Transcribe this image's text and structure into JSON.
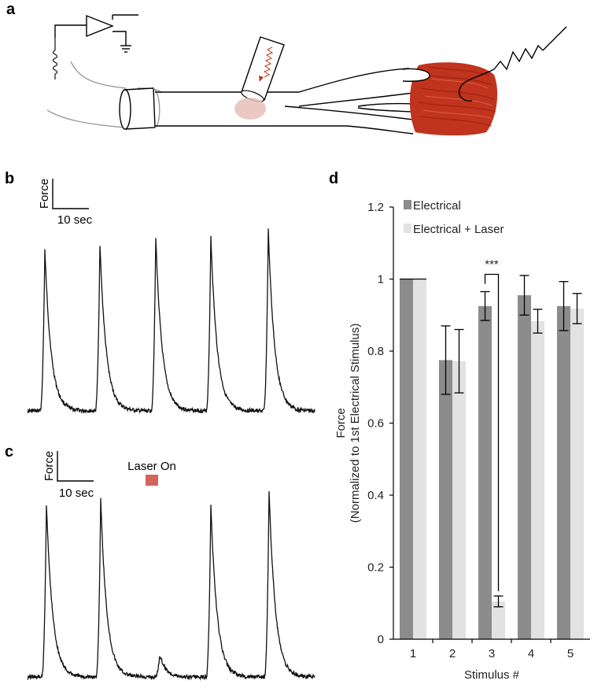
{
  "panels": {
    "a": "a",
    "b": "b",
    "c": "c",
    "d": "d"
  },
  "panel_b": {
    "scale_force_label": "Force",
    "scale_time_label": "10 sec"
  },
  "panel_c": {
    "scale_force_label": "Force",
    "scale_time_label": "10 sec",
    "laser_label": "Laser On",
    "laser_color": "#d4655a"
  },
  "colors": {
    "electrical": "#8c8c8c",
    "electrical_laser": "#e2e2e2",
    "muscle": "#c0341d",
    "trace": "#111111"
  },
  "chart_data": {
    "type": "bar",
    "title": "",
    "xlabel": "Stimulus #",
    "ylabel_line1": "Force",
    "ylabel_line2": "(Normalized to 1st Electrical Stimulus)",
    "categories": [
      "1",
      "2",
      "3",
      "4",
      "5"
    ],
    "ylim": [
      0,
      1.2
    ],
    "yticks": [
      "0",
      "0.2",
      "0.4",
      "0.6",
      "0.8",
      "1",
      "1.2"
    ],
    "legend_position": "top-left",
    "series": [
      {
        "name": "Electrical",
        "values": [
          1.0,
          0.775,
          0.925,
          0.955,
          0.925
        ],
        "errors": [
          0.0,
          0.095,
          0.04,
          0.055,
          0.068
        ]
      },
      {
        "name": "Electrical + Laser",
        "values": [
          1.0,
          0.772,
          0.105,
          0.883,
          0.918
        ],
        "errors": [
          0.0,
          0.088,
          0.015,
          0.033,
          0.042
        ]
      }
    ],
    "annotation": "***"
  }
}
